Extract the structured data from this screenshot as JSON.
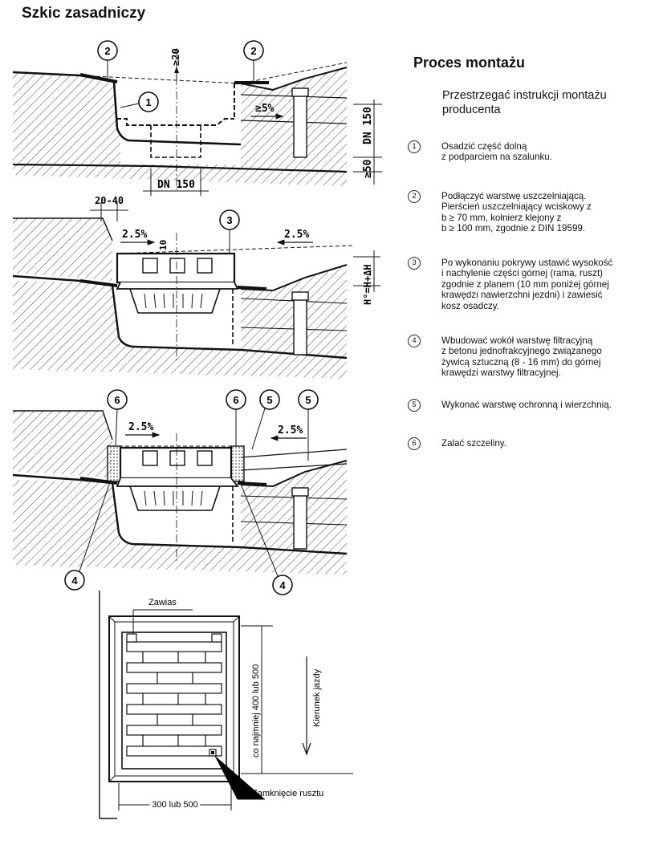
{
  "title": "Szkic zasadniczy",
  "process": {
    "heading": "Proces montażu",
    "intro": "Przestrzegać instrukcji montażu producenta",
    "steps": [
      {
        "num": "1",
        "text": "Osadzić część dolną\nz podparciem na szalunku."
      },
      {
        "num": "2",
        "text": "Podłączyć warstwę uszczelniającą.\nPierścień uszczelniający wciskowy z\nb  ≥ 70 mm, kołnierz klejony z\nb  ≥ 100 mm, zgodnie z DIN 19599."
      },
      {
        "num": "3",
        "text": "Po wykonaniu pokrywy ustawić wysokość\ni nachylenie części górnej (rama, ruszt)\nzgodnie z planem (10 mm poniżej górnej\nkrawędzi nawierzchni jezdni) i zawiesić\nkosz osadczy."
      },
      {
        "num": "4",
        "text": "Wbudować wokół warstwę filtracyjną\nz betonu jednofrakcyjnego związanego\nżywicą sztuczną (8 - 16 mm) do górnej\nkrawędzi warstwy filtracyjnej."
      },
      {
        "num": "5",
        "text": "Wykonać warstwę ochronną i wierzchnią."
      },
      {
        "num": "6",
        "text": "Zalać szczeliny."
      }
    ]
  },
  "section1": {
    "callouts": [
      "2",
      "2",
      "1"
    ],
    "dim_top": "≥20",
    "slope": "≥5%",
    "dn_pipe": "DN 150",
    "dn_bottom": "DN 150",
    "dim_50": "≥50"
  },
  "section2": {
    "dim_gap": "20-40",
    "slope_left": "2.5%",
    "slope_right": "2.5%",
    "dim_10": "10",
    "callout": "3",
    "height_formula": "H°=H+ΔH"
  },
  "section3": {
    "callouts_top": [
      "6",
      "6",
      "5",
      "5"
    ],
    "callouts_bottom": [
      "4",
      "4"
    ],
    "slope_left": "2.5%",
    "slope_right": "2.5%"
  },
  "plan": {
    "hinge": "Zawias",
    "lock": "Zamknięcie rusztu",
    "width": "300 lub 500",
    "length": "co najmniej 400 lub 500",
    "direction": "Kierunek jazdy"
  }
}
